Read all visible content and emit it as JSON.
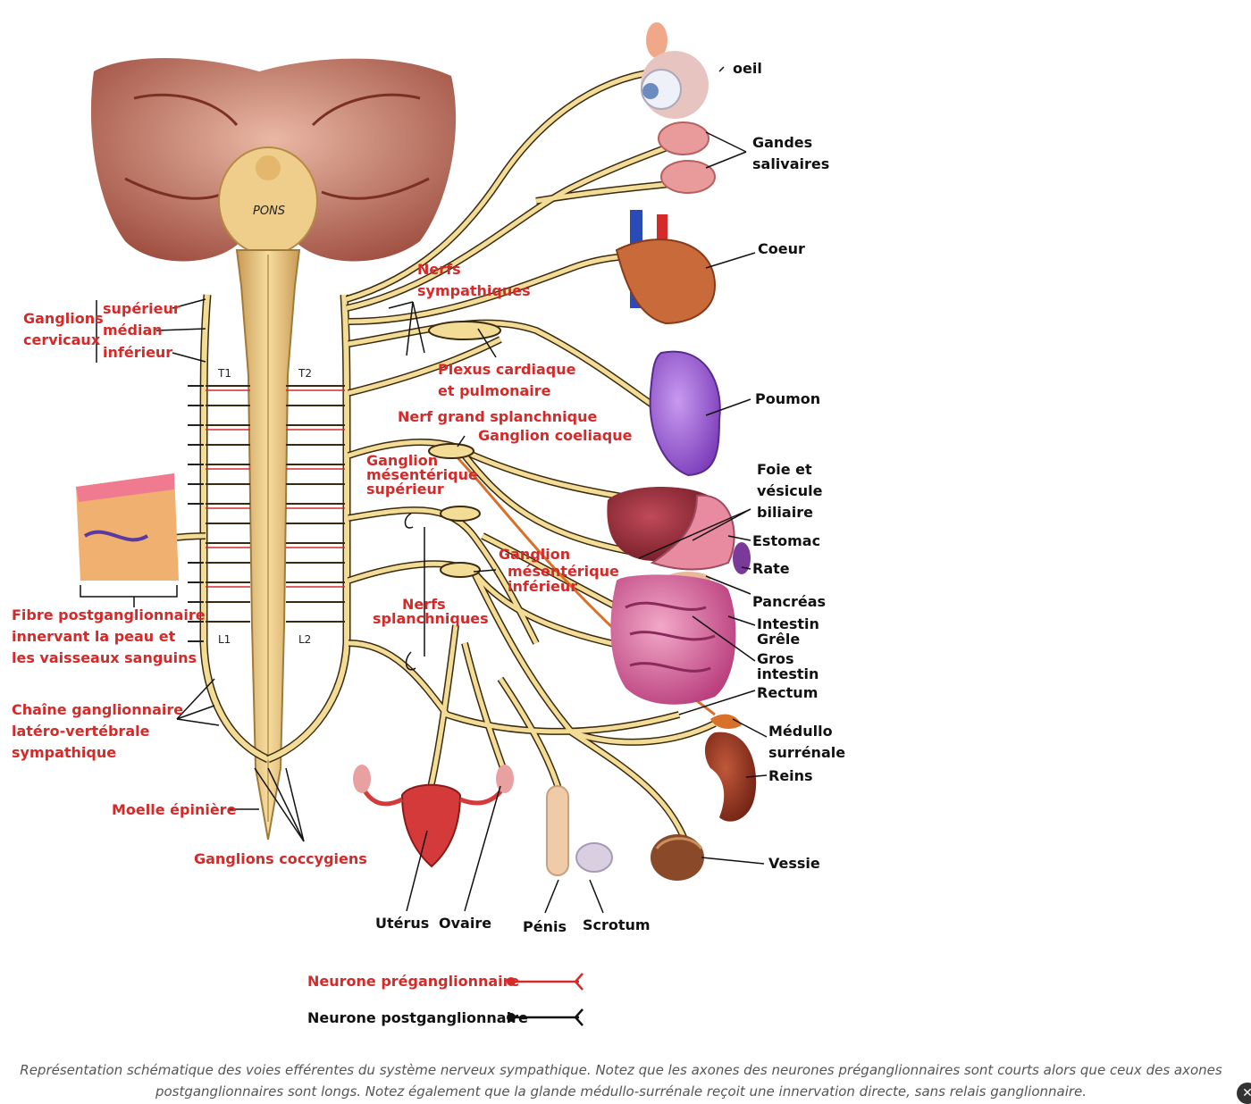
{
  "labels": {
    "pons": "PONS",
    "t1": "T1",
    "t2": "T2",
    "l1": "L1",
    "l2": "L2",
    "ganglions": "Ganglions",
    "cervicaux": "cervicaux",
    "superieur": "supérieur",
    "median": "médian",
    "inferieur": "inférieur",
    "fibre_1": "Fibre postganglionnaire",
    "fibre_2": "innervant la peau et",
    "fibre_3": "les vaisseaux sanguins",
    "chaine_1": "Chaîne ganglionnaire",
    "chaine_2": "latéro-vertébrale",
    "chaine_3": "sympathique",
    "moelle": "Moelle épinière",
    "coccygiens": "Ganglions coccygiens",
    "nerfs_symp_1": "Nerfs",
    "nerfs_symp_2": "sympathiques",
    "plexus_1": "Plexus cardiaque",
    "plexus_2": "et pulmonaire",
    "grand_splanchnique": "Nerf grand splanchnique",
    "coeliaque": "Ganglion coeliaque",
    "gms_1": "Ganglion",
    "gms_2": "mésentérique",
    "gms_3": "supérieur",
    "gmi_1": "Ganglion",
    "gmi_2": "mésentérique",
    "gmi_3": "inférieur",
    "nerfs_spl_1": "Nerfs",
    "nerfs_spl_2": "splanchniques",
    "oeil": "oeil",
    "gandes_1": "Gandes",
    "gandes_2": "salivaires",
    "coeur": "Coeur",
    "poumon": "Poumon",
    "foie_1": "Foie et",
    "foie_2": "vésicule",
    "foie_3": "biliaire",
    "estomac": "Estomac",
    "rate": "Rate",
    "pancreas": "Pancréas",
    "intestin_1": "Intestin",
    "intestin_2": "Grêle",
    "gros_1": "Gros",
    "gros_2": "intestin",
    "rectum": "Rectum",
    "medullo_1": "Médullo",
    "medullo_2": "surrénale",
    "reins": "Reins",
    "vessie": "Vessie",
    "uterus": "Utérus",
    "ovaire": "Ovaire",
    "penis": "Pénis",
    "scrotum": "Scrotum"
  },
  "legend": {
    "pre": "Neurone préganglionnaire",
    "post": "Neurone postganglionnaire"
  },
  "caption": "Représentation schématique des voies efférentes du système nerveux sympathique. Notez que les axones des neurones préganglionnaires sont courts alors que ceux des axones postganglionnaires sont longs. Notez également que la glande médullo-surrénale reçoit une innervation directe, sans relais ganglionnaire.",
  "close_icon": "close-icon",
  "colors": {
    "label_red": "#d42a2a",
    "nerve_fill": "#f3dc96",
    "nerve_edge": "#3a2a10",
    "preganglionic": "#d42a2a",
    "postganglionic": "#111111"
  }
}
